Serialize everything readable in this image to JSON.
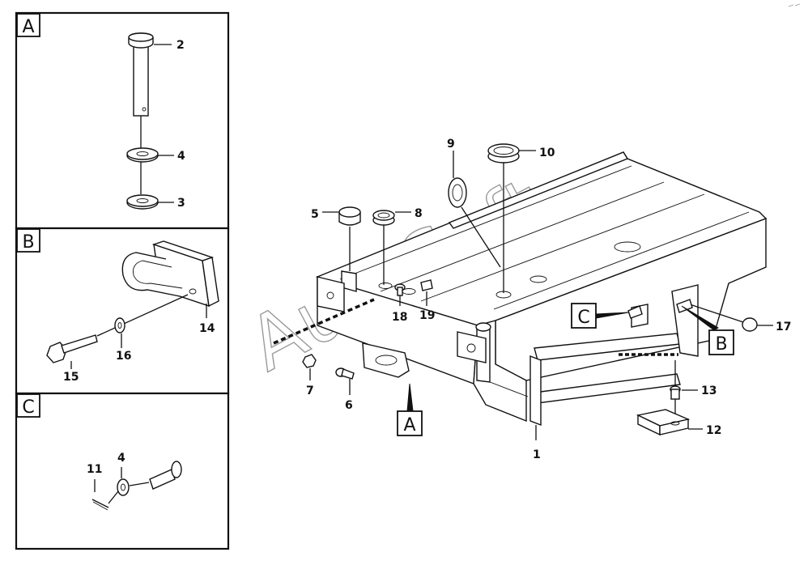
{
  "panels": {
    "a": {
      "letter": "A",
      "labels": [
        "2",
        "4",
        "3"
      ]
    },
    "b": {
      "letter": "B",
      "labels": [
        "14",
        "15",
        "16"
      ]
    },
    "c": {
      "letter": "C",
      "labels": [
        "11",
        "4"
      ]
    }
  },
  "main": {
    "labels": [
      "5",
      "8",
      "9",
      "10",
      "18",
      "19",
      "7",
      "6",
      "17",
      "13",
      "12",
      "1"
    ],
    "callouts": [
      "C",
      "B",
      "A"
    ]
  },
  "watermark": "AutoSoft"
}
